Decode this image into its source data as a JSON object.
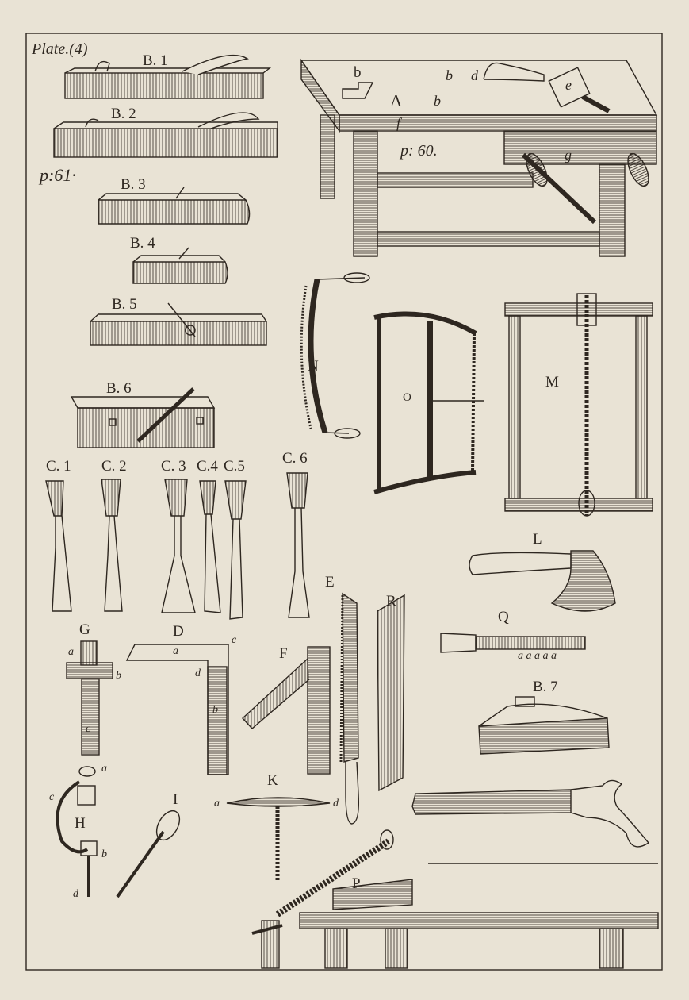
{
  "plate": {
    "title": "Plate.(4)",
    "page_refs": {
      "planes": "p:61·",
      "bench": "p: 60."
    },
    "figures": {
      "B1": "B. 1",
      "B2": "B. 2",
      "B3": "B. 3",
      "B4": "B. 4",
      "B5": "B. 5",
      "B6": "B. 6",
      "B7": "B. 7",
      "C1": "C. 1",
      "C2": "C. 2",
      "C3": "C. 3",
      "C4": "C.4",
      "C5": "C.5",
      "C6": "C. 6",
      "A": "A",
      "N": "N",
      "O": "O",
      "M": "M",
      "L": "L",
      "Q": "Q",
      "G": "G",
      "D": "D",
      "F": "F",
      "E": "E",
      "R": "R",
      "H": "H",
      "I": "I",
      "K": "K",
      "P": "P"
    },
    "bench_letters": {
      "b1": "b",
      "b2": "b",
      "d": "d",
      "b3": "b",
      "e": "e",
      "f": "f",
      "g": "g"
    },
    "small_letters": {
      "q_teeth": "a  a  a  a  a",
      "g_a": "a",
      "g_b": "b",
      "g_c": "c",
      "d_a": "a",
      "d_c": "c",
      "d_d": "d",
      "d_b": "b",
      "h_a": "a",
      "h_c": "c",
      "h_b": "b",
      "h_d": "d",
      "k_a": "a",
      "k_d": "d"
    }
  },
  "colors": {
    "paper": "#e9e3d5",
    "ink": "#2e2720"
  }
}
